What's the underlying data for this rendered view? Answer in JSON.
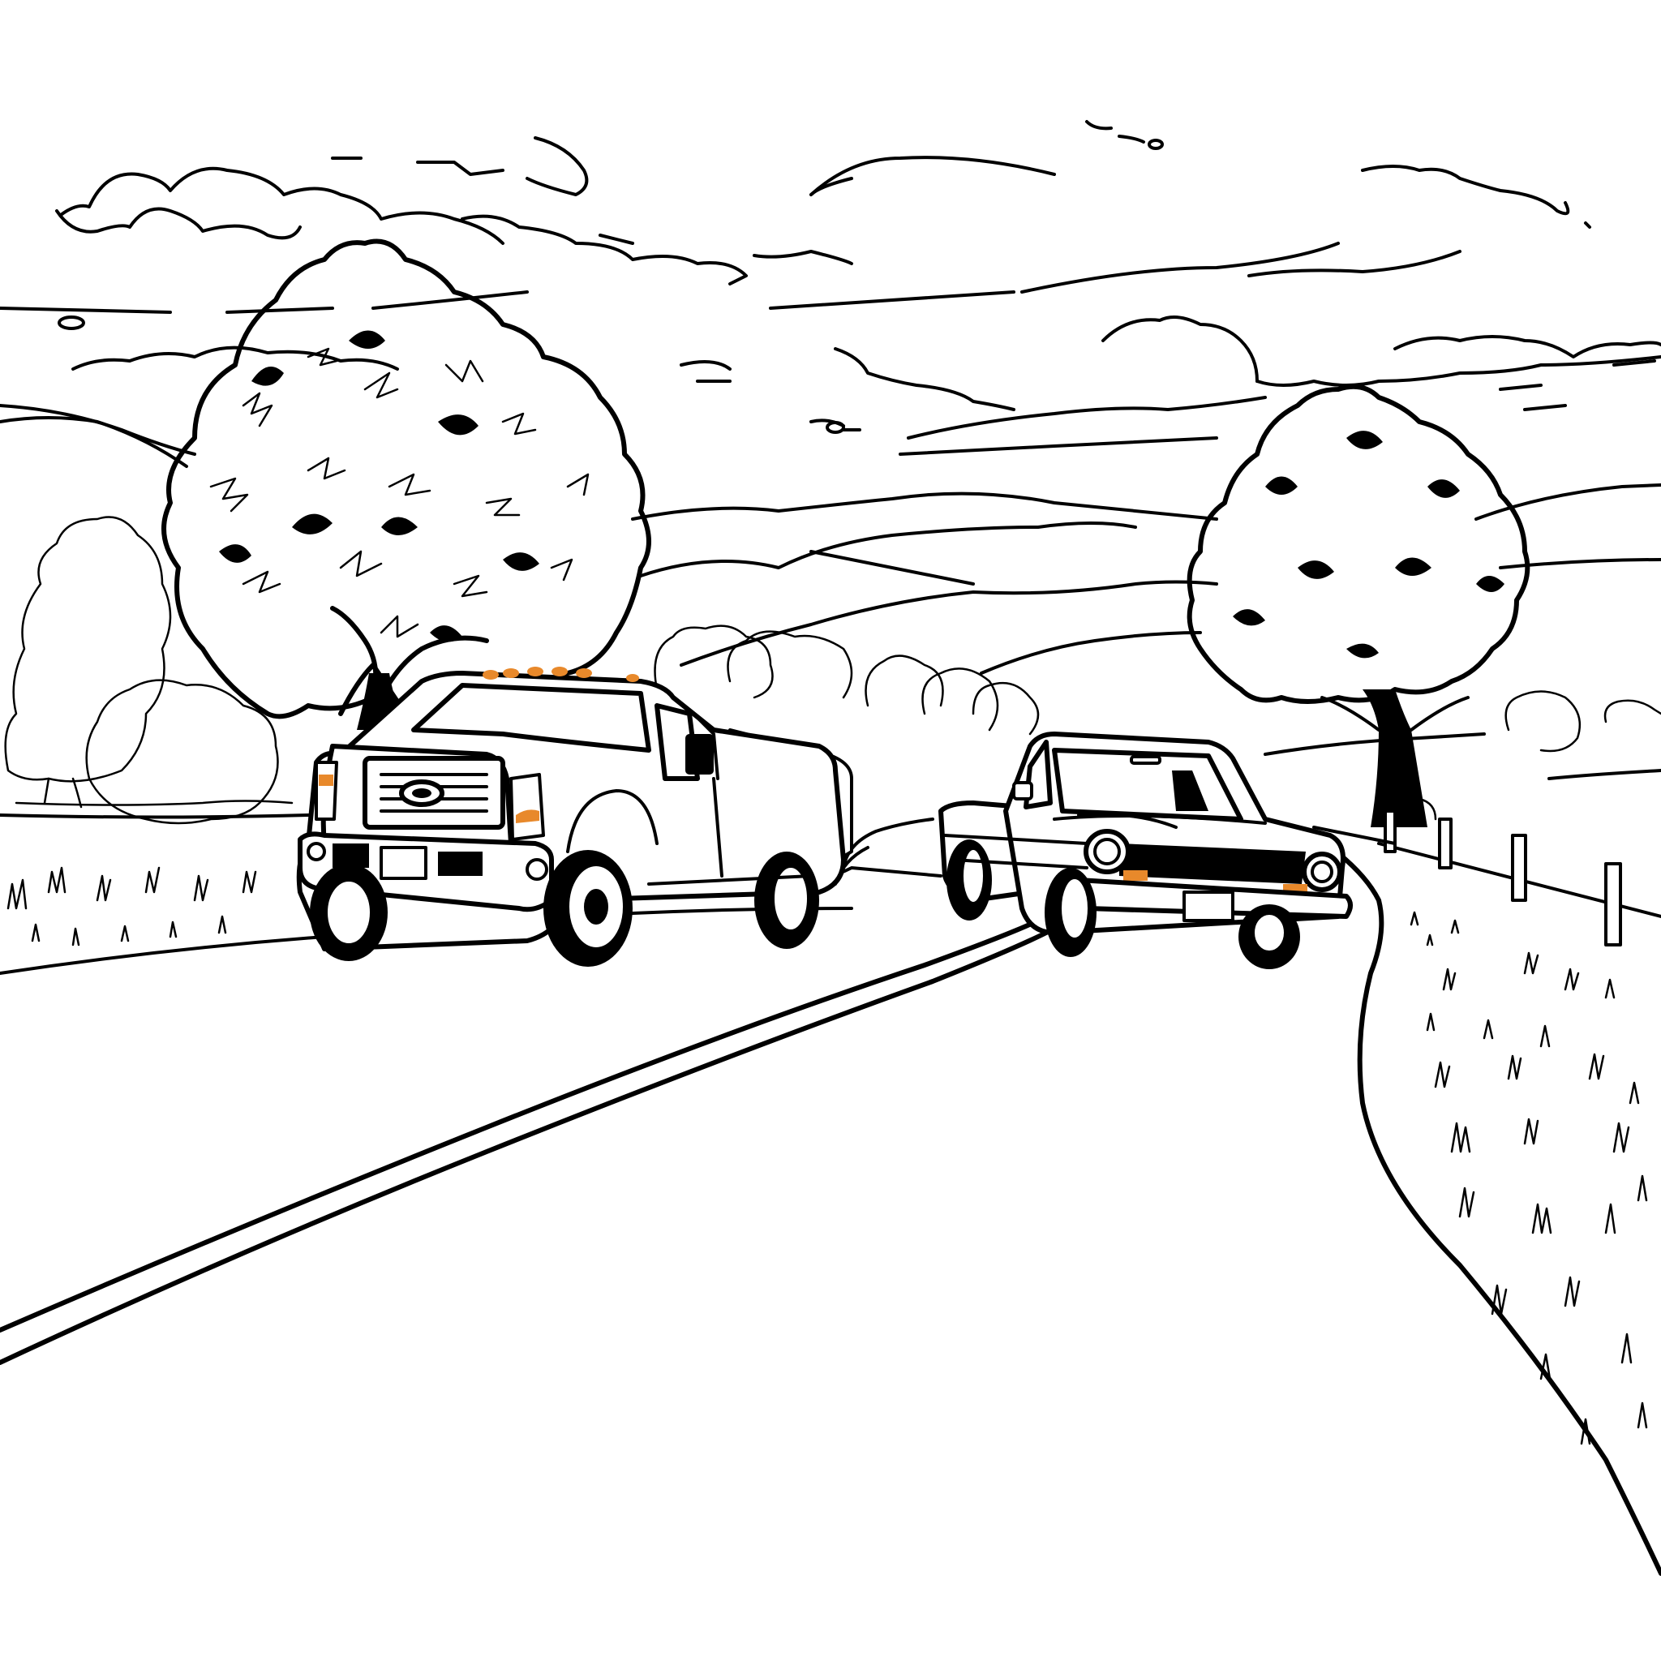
{
  "scene": {
    "title": "Two pickup trucks on a country road",
    "style": "black-and-white line art coloring page",
    "background_color": "#ffffff",
    "line_color": "#000000",
    "accent_color": "#e8892b"
  },
  "elements": {
    "sky": "Wavy cartoon clouds",
    "hills": "Rolling hills in the distance",
    "tree_left": "Large leafy tree on the left",
    "tree_right": "Leafy tree on the right by the fence",
    "bushes": "Small round trees along the horizon",
    "road": "Winding two-lane road with center line",
    "modern_truck": "Modern heavy-duty pickup with amber clearance lights",
    "classic_truck": "Classic pickup with round headlights and amber turn signals",
    "fence": "Wooden fence posts along the right roadside",
    "grass": "Grass tufts on the roadside embankment"
  }
}
